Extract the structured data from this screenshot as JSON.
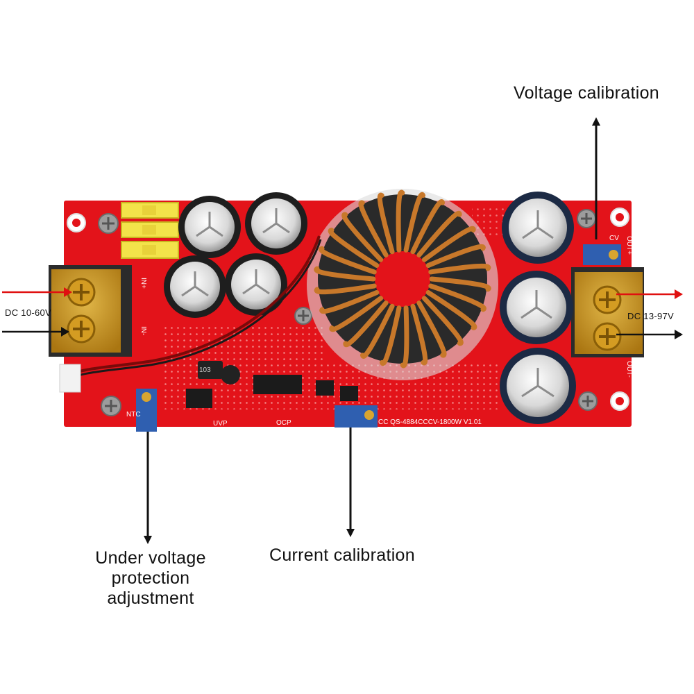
{
  "callouts": {
    "voltage_calibration": "Voltage calibration",
    "current_calibration": "Current calibration",
    "under_voltage": [
      "Under voltage",
      "protection",
      "adjustment"
    ],
    "input_range": "DC 10-60V",
    "output_range": "DC 13-97V"
  },
  "board": {
    "silkscreen_model": "CC  QS-4884CCCV-1800W   V1.01",
    "silkscreen_uvp": "UVP",
    "silkscreen_ocp": "OCP",
    "silkscreen_cv": "CV",
    "silkscreen_in": "IN+",
    "silkscreen_in_minus": "IN-",
    "silkscreen_out": "OUT+",
    "silkscreen_out_minus": "OUT-",
    "silkscreen_ntc": "NTC",
    "pot_code": "103"
  },
  "colors": {
    "pcb": "#e3131a",
    "pcb_dark": "#b50a10",
    "copper": "#c8782a",
    "terminal": "#d9a21c",
    "fuse": "#f3e34a",
    "pot": "#2f5fb0",
    "arrow_input": "#e01010",
    "arrow_dark": "#111111"
  }
}
